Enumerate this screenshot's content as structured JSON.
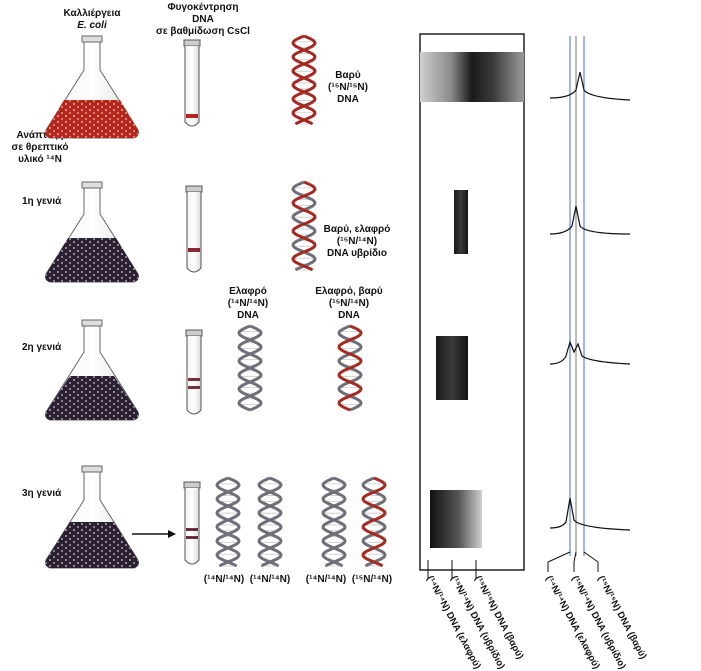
{
  "culture": {
    "title": "Καλλιέργεια",
    "species": "E. coli"
  },
  "centrifugation": {
    "line1": "Φυγοκέντρηση",
    "line2": "DNA",
    "line3": "σε βαθμίδωση CsCl"
  },
  "growth": {
    "line1": "Ανάπτυξη",
    "line2": "σε θρεπτικό",
    "line3": "υλικό ¹⁴N"
  },
  "generations": [
    "1η γενιά",
    "2η γενιά",
    "3η γενιά"
  ],
  "dna_labels": {
    "heavy": {
      "line1": "Βαρύ",
      "line2": "(¹⁵N/¹⁵N)",
      "line3": "DNA"
    },
    "hybrid": {
      "line1": "Βαρύ, ελαφρό",
      "line2": "(¹⁵N/¹⁴N)",
      "line3": "DNA υβρίδιο"
    },
    "light": {
      "line1": "Ελαφρό",
      "line2": "(¹⁴N/¹⁴N)",
      "line3": "DNA"
    },
    "light_heavy": {
      "line1": "Ελαφρό, βαρύ",
      "line2": "(¹⁵N/¹⁴N)",
      "line3": "DNA"
    }
  },
  "third_gen_labels": [
    "(¹⁴N/¹⁴N)",
    "(¹⁴N/¹⁴N)",
    "(¹⁴N/¹⁴N)",
    "(¹⁵N/¹⁴N)"
  ],
  "band_axis_labels": [
    "(¹⁴N/¹⁴N) DNA (ελαφρύ)",
    "(¹⁵N/¹⁴N) DNA (υβρίδιο)",
    "(¹⁵N/¹⁵N) DNA (βαρύ)"
  ],
  "curve_axis_labels": [
    "(¹⁴N/¹⁴N) DNA (ελαφρύ)",
    "(¹⁵N/¹⁴N) DNA (υβρίδιο)",
    "(¹⁵N/¹⁵N) DNA (βαρύ)"
  ],
  "colors": {
    "red_medium": "#b3261e",
    "dark_medium": "#2a2030",
    "helix_red": "#a42a22",
    "helix_gray": "#6f6f7a",
    "blue_line": "#3b6fd6"
  }
}
